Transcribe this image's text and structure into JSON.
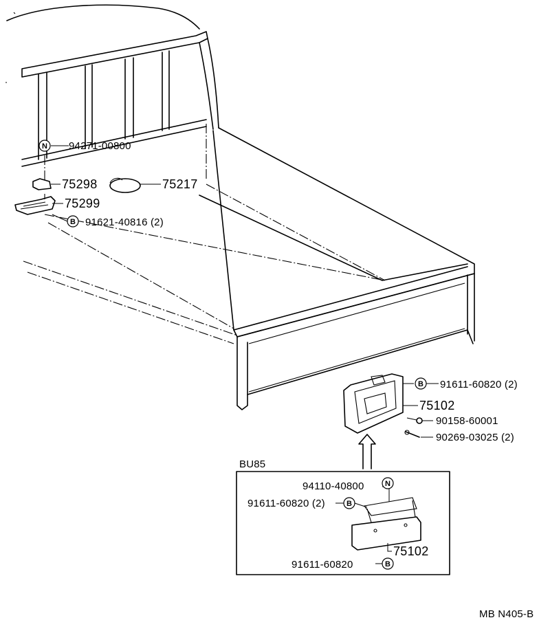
{
  "diagram": {
    "callouts": [
      {
        "id": "c-94271",
        "symbol": "N",
        "part": "94271-00800"
      },
      {
        "id": "c-75298",
        "symbol": "",
        "part": "75298"
      },
      {
        "id": "c-75217",
        "symbol": "",
        "part": "75217"
      },
      {
        "id": "c-75299",
        "symbol": "",
        "part": "75299"
      },
      {
        "id": "c-91621",
        "symbol": "B",
        "part": "91621-40816 (2)"
      },
      {
        "id": "c-91611a",
        "symbol": "B",
        "part": "91611-60820 (2)"
      },
      {
        "id": "c-75102a",
        "symbol": "",
        "part": "75102"
      },
      {
        "id": "c-90158",
        "symbol": "",
        "part": "90158-60001"
      },
      {
        "id": "c-90269",
        "symbol": "",
        "part": "90269-03025 (2)"
      }
    ],
    "inset": {
      "title": "BU85",
      "callouts": [
        {
          "id": "i-94110",
          "symbol": "N",
          "part": "94110-40800"
        },
        {
          "id": "i-91611b",
          "symbol": "B",
          "part": "91611-60820 (2)"
        },
        {
          "id": "i-75102b",
          "symbol": "",
          "part": "75102"
        },
        {
          "id": "i-91611c",
          "symbol": "B",
          "part": "91611-60820"
        }
      ]
    },
    "figure_code": "MB N405-B"
  }
}
